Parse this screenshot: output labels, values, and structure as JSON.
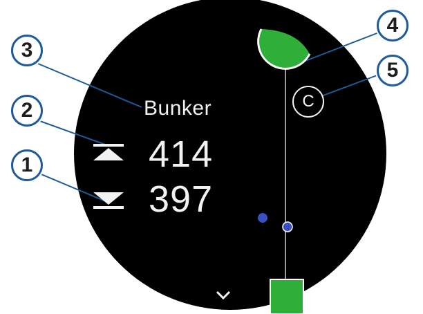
{
  "hazard": {
    "label": "Bunker"
  },
  "distances": {
    "back": "414",
    "front": "397"
  },
  "layup_marker": {
    "label": "C"
  },
  "callouts": {
    "c1": "1",
    "c2": "2",
    "c3": "3",
    "c4": "4",
    "c5": "5"
  },
  "icons": {
    "back_distance": "triangle-up-bar-icon",
    "front_distance": "triangle-down-bar-icon",
    "scroll": "chevron-down-icon"
  },
  "colors": {
    "face_background": "#000000",
    "text": "#f2f2f2",
    "green": "#2fae3a",
    "target_dot": "#3a4fc2",
    "callout_border": "#1f5a9a"
  }
}
